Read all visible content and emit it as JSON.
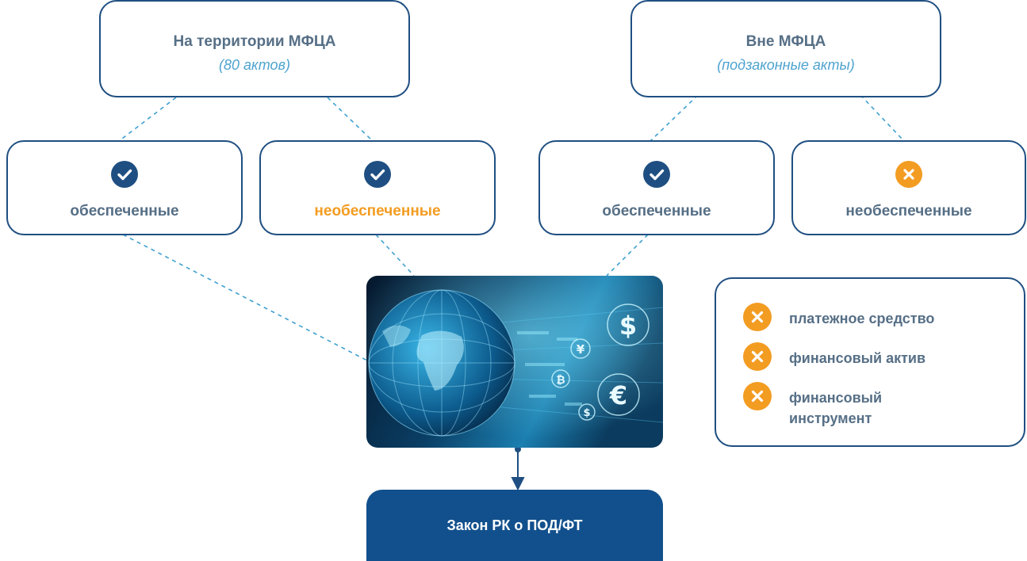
{
  "top_boxes": [
    {
      "title": "На территории МФЦА",
      "subtitle": "(80 актов)"
    },
    {
      "title": "Вне МФЦА",
      "subtitle": "(подзаконные акты)"
    }
  ],
  "categories": [
    {
      "label": "обеспеченные",
      "status": "check",
      "label_color": "#566f86"
    },
    {
      "label": "необеспеченные",
      "status": "check",
      "label_color": "#f39c22"
    },
    {
      "label": "обеспеченные",
      "status": "check",
      "label_color": "#566f86"
    },
    {
      "label": "необеспеченные",
      "status": "cross",
      "label_color": "#566f86"
    }
  ],
  "picture": {
    "subject": "globe-and-currency-symbols",
    "symbols": [
      "$",
      "€",
      "¥",
      "₿",
      "$"
    ]
  },
  "law_box": {
    "label": "Закон РК о ПОД/ФТ"
  },
  "legend": {
    "items": [
      {
        "label": "платежное средство",
        "icon": "cross-icon"
      },
      {
        "label": "финансовый актив",
        "icon": "cross-icon"
      },
      {
        "label": "финансовый инструмент",
        "icon": "cross-icon"
      }
    ]
  },
  "colors": {
    "primary": "#1f4f82",
    "accent": "#f39c22",
    "text": "#566f86",
    "subtitle": "#4ea3cf",
    "dashed": "#3fa0d0"
  }
}
